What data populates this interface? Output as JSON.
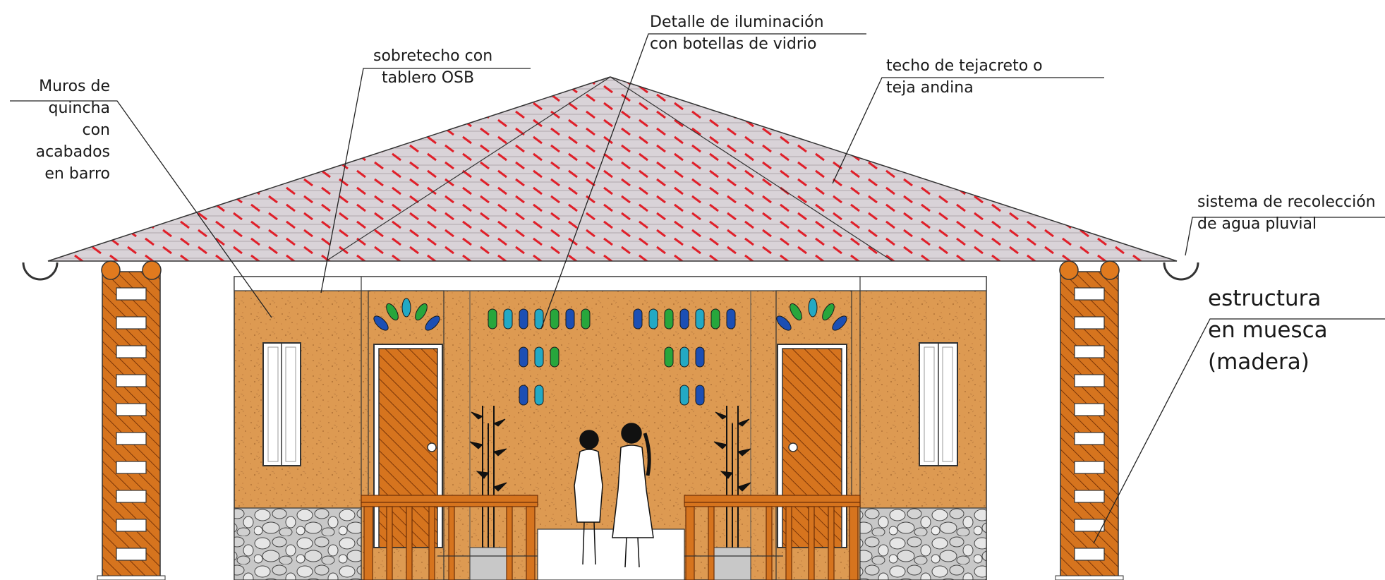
{
  "labels": {
    "muros": [
      "Muros de",
      "quincha",
      "con",
      "acabados",
      "en barro"
    ],
    "sobretecho": [
      "sobretecho con",
      "tablero OSB"
    ],
    "iluminacion": [
      "Detalle de iluminación",
      "con botellas de vidrio"
    ],
    "techo": [
      "techo de tejacreto o",
      "teja andina"
    ],
    "sistema": [
      "sistema de recolección",
      "de agua pluvial"
    ],
    "estructura": [
      "estructura",
      "en muesca",
      "(madera)"
    ]
  },
  "colors": {
    "roof_fill": "#d9d3d8",
    "roof_tile": "#e0202a",
    "wall": "#dd9a52",
    "door": "#c9621c",
    "log": "#e07a1e",
    "stone": "#c8c8c8",
    "bottle_blue": "#1c4fb4",
    "bottle_green": "#27a63c",
    "bottle_cyan": "#23a9c4",
    "outline": "#2a2a2a"
  }
}
